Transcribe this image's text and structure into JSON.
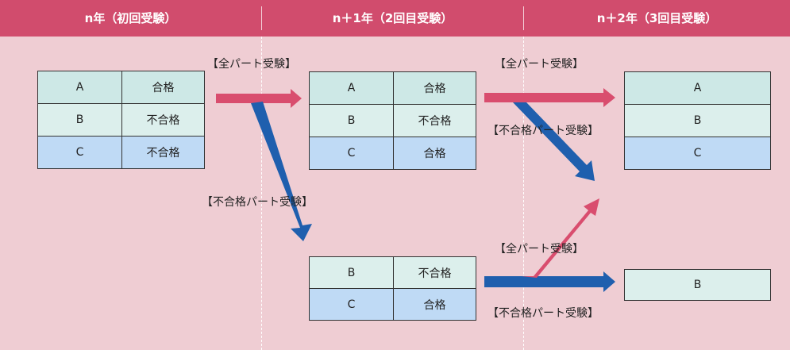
{
  "header": {
    "col1": "n年（初回受験）",
    "col2": "n＋1年（2回目受験）",
    "col3": "n＋2年（3回目受験）"
  },
  "year0": {
    "rows": [
      {
        "name": "A",
        "result": "合格"
      },
      {
        "name": "B",
        "result": "不合格"
      },
      {
        "name": "C",
        "result": "不合格"
      }
    ]
  },
  "year1_full": {
    "rows": [
      {
        "name": "A",
        "result": "合格"
      },
      {
        "name": "B",
        "result": "不合格"
      },
      {
        "name": "C",
        "result": "合格"
      }
    ]
  },
  "year1_partial": {
    "rows": [
      {
        "name": "B",
        "result": "不合格"
      },
      {
        "name": "C",
        "result": "合格"
      }
    ]
  },
  "year2_full": {
    "rows": [
      "A",
      "B",
      "C"
    ]
  },
  "year2_partial": {
    "rows": [
      "B"
    ]
  },
  "labels": {
    "full_1": "【全パート受験】",
    "partial_1": "【不合格パート受験】",
    "full_2": "【全パート受験】",
    "partial_2": "【不合格パート受験】",
    "full_3": "【全パート受験】",
    "partial_3": "【不合格パート受験】"
  },
  "colors": {
    "header": "#d14c6d",
    "background": "#efcdd3",
    "full_arrow": "#d94d6e",
    "partial_arrow": "#1f5fae"
  }
}
